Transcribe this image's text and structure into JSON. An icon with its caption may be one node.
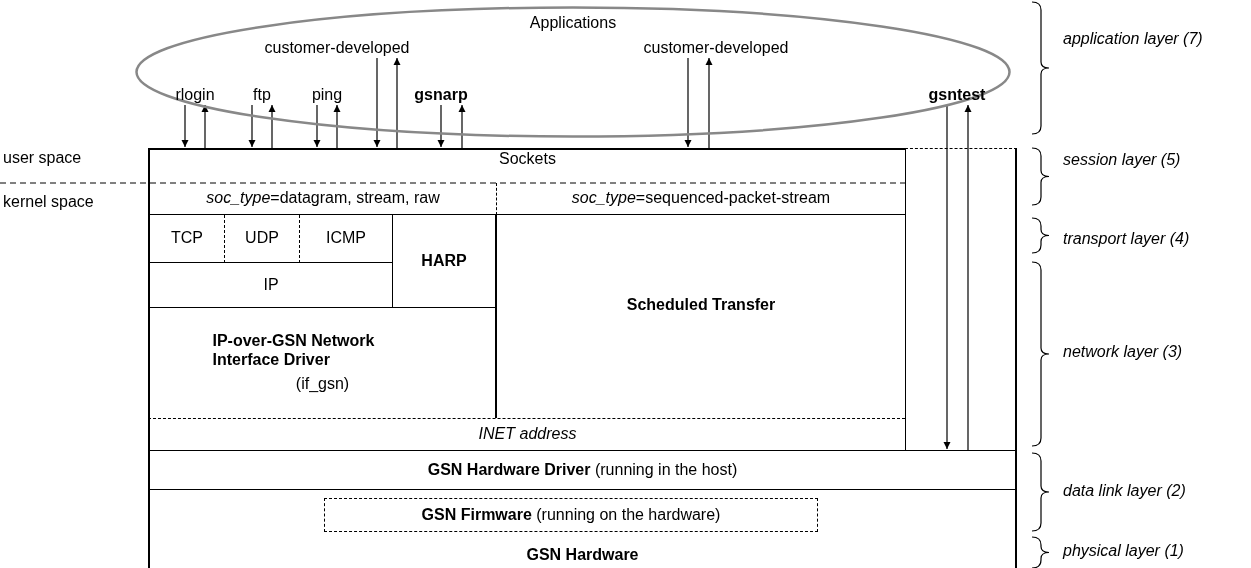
{
  "diagram": {
    "nodes": [
      {
        "text": [
          "Applications"
        ]
      },
      {
        "text": [
          "customer-developed"
        ],
        "in": 0
      },
      {
        "text": [
          "customer-developed"
        ],
        "in": 0
      },
      {
        "text": [
          "rlogin"
        ],
        "in": 0
      },
      {
        "text": [
          "ftp"
        ],
        "in": 0
      },
      {
        "text": [
          "ping"
        ],
        "in": 0
      },
      {
        "text": [
          "gsnarp"
        ],
        "in": 0
      },
      {
        "text": [
          "gsntest"
        ],
        "in": 0
      },
      {
        "text": [
          "Sockets"
        ]
      },
      {
        "text": [
          "*soc_type*=datagram, stream, raw"
        ]
      },
      {
        "text": [
          "*soc_type*=sequenced-packet-stream"
        ]
      },
      {
        "text": [
          "TCP"
        ]
      },
      {
        "text": [
          "UDP"
        ]
      },
      {
        "text": [
          "ICMP"
        ]
      },
      {
        "text": [
          "HARP"
        ]
      },
      {
        "text": [
          "IP"
        ]
      },
      {
        "text": [
          "IP-over-GSN Network Interface Driver",
          "(if_gsn)"
        ]
      },
      {
        "text": [
          "Scheduled Transfer"
        ]
      },
      {
        "text": [
          "INET address"
        ]
      },
      {
        "text": [
          "**GSN Hardware Driver**  (running in the host)"
        ]
      },
      {
        "text": [
          "GSN Hardware"
        ]
      },
      {
        "text": [
          "**GSN Firmware** (running on the hardware)"
        ],
        "in": 20
      }
    ],
    "edges": [
      {
        "from": 3,
        "to": 8,
        "arrow": "to"
      },
      {
        "from": 8,
        "to": 3,
        "arrow": "to"
      },
      {
        "from": 4,
        "to": 8,
        "arrow": "to"
      },
      {
        "from": 8,
        "to": 4,
        "arrow": "to"
      },
      {
        "from": 5,
        "to": 8,
        "arrow": "to"
      },
      {
        "from": 8,
        "to": 5,
        "arrow": "to"
      },
      {
        "from": 1,
        "to": 8,
        "arrow": "to"
      },
      {
        "from": 8,
        "to": 1,
        "arrow": "to"
      },
      {
        "from": 6,
        "to": 8,
        "arrow": "to"
      },
      {
        "from": 8,
        "to": 6,
        "arrow": "to"
      },
      {
        "from": 2,
        "to": 8,
        "arrow": "to"
      },
      {
        "from": 8,
        "to": 2,
        "arrow": "to"
      },
      {
        "from": 7,
        "to": 19,
        "arrow": "to"
      },
      {
        "from": 19,
        "to": 7,
        "arrow": "to"
      }
    ],
    "labels": [
      "application layer (7)",
      "user space",
      "session layer (5)",
      "kernel space",
      "transport layer (4)",
      "network layer (3)",
      "data link layer (2)",
      "physical layer (1)"
    ]
  }
}
